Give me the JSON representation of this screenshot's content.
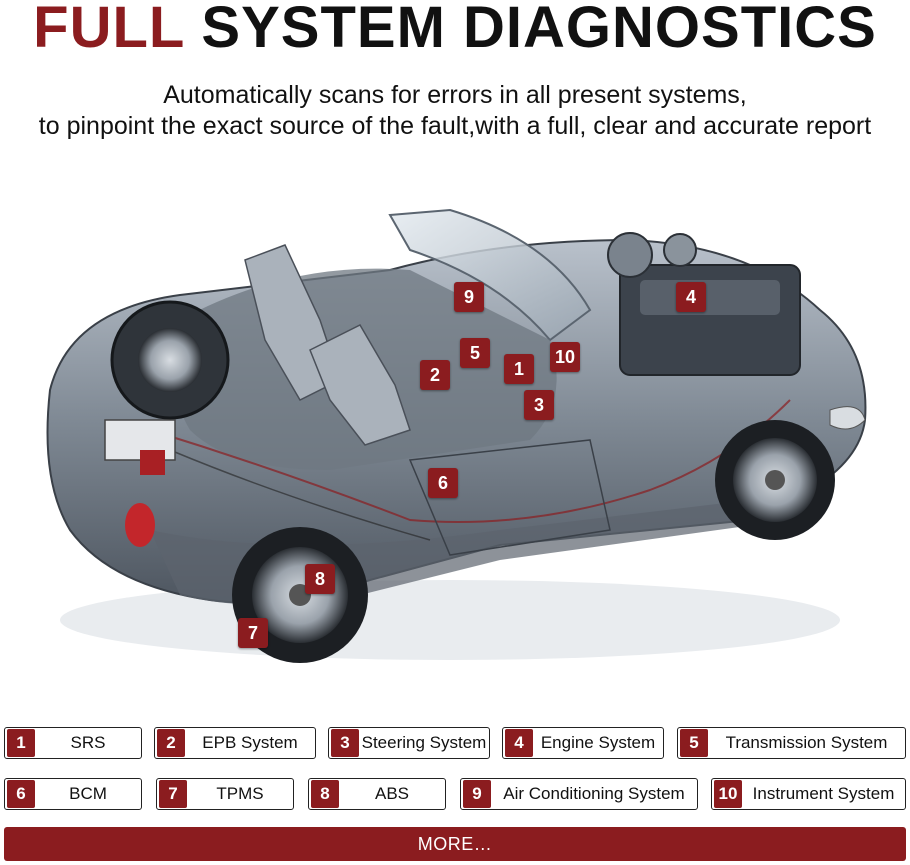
{
  "header": {
    "title_part1": "FULL",
    "title_part2": "SYSTEM DIAGNOSTICS",
    "subtitle_line1": "Automatically scans for errors in all present systems,",
    "subtitle_line2": "to pinpoint the exact source of the fault,with a full, clear and accurate report"
  },
  "markers": [
    "9",
    "4",
    "5",
    "10",
    "2",
    "1",
    "3",
    "6",
    "8",
    "7"
  ],
  "systems": [
    {
      "num": "1",
      "label": "SRS"
    },
    {
      "num": "2",
      "label": "EPB System"
    },
    {
      "num": "3",
      "label": "Steering System"
    },
    {
      "num": "4",
      "label": "Engine System"
    },
    {
      "num": "5",
      "label": "Transmission System"
    },
    {
      "num": "6",
      "label": "BCM"
    },
    {
      "num": "7",
      "label": "TPMS"
    },
    {
      "num": "8",
      "label": "ABS"
    },
    {
      "num": "9",
      "label": "Air Conditioning System"
    },
    {
      "num": "10",
      "label": "Instrument System"
    }
  ],
  "more_button": {
    "label": "MORE…"
  },
  "colors": {
    "accent": "#8b1c1f",
    "text": "#111111"
  }
}
